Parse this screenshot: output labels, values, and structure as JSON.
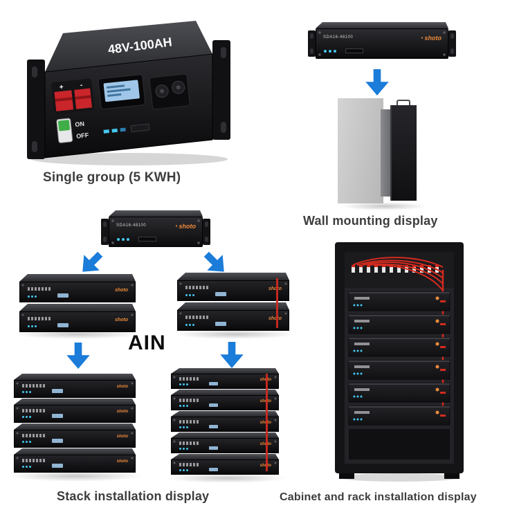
{
  "colors": {
    "page_bg": "#ffffff",
    "arrow_blue": "#1b7cd9",
    "caption_text": "#3d3d3d",
    "brand_orange": "#ef8b3a",
    "led_cyan": "#45c8f0",
    "cable_red": "#d42a1e",
    "terminal_red": "#c9252b",
    "screen_blue": "#9fc6e8",
    "wall_gray": "#c6c6c6"
  },
  "product": {
    "brand": "shoto",
    "model_small": "SDA16-48100"
  },
  "sections": {
    "single_group": {
      "model": "48V-100AH",
      "plus": "+",
      "minus": "-",
      "switch_on": "ON",
      "switch_off": "OFF",
      "caption": "Single group (5 KWH)"
    },
    "wall_mount": {
      "caption": "Wall mounting display"
    },
    "stack": {
      "center_label": "AIN",
      "caption": "Stack installation display"
    },
    "cabinet": {
      "caption": "Cabinet and rack installation display"
    }
  }
}
